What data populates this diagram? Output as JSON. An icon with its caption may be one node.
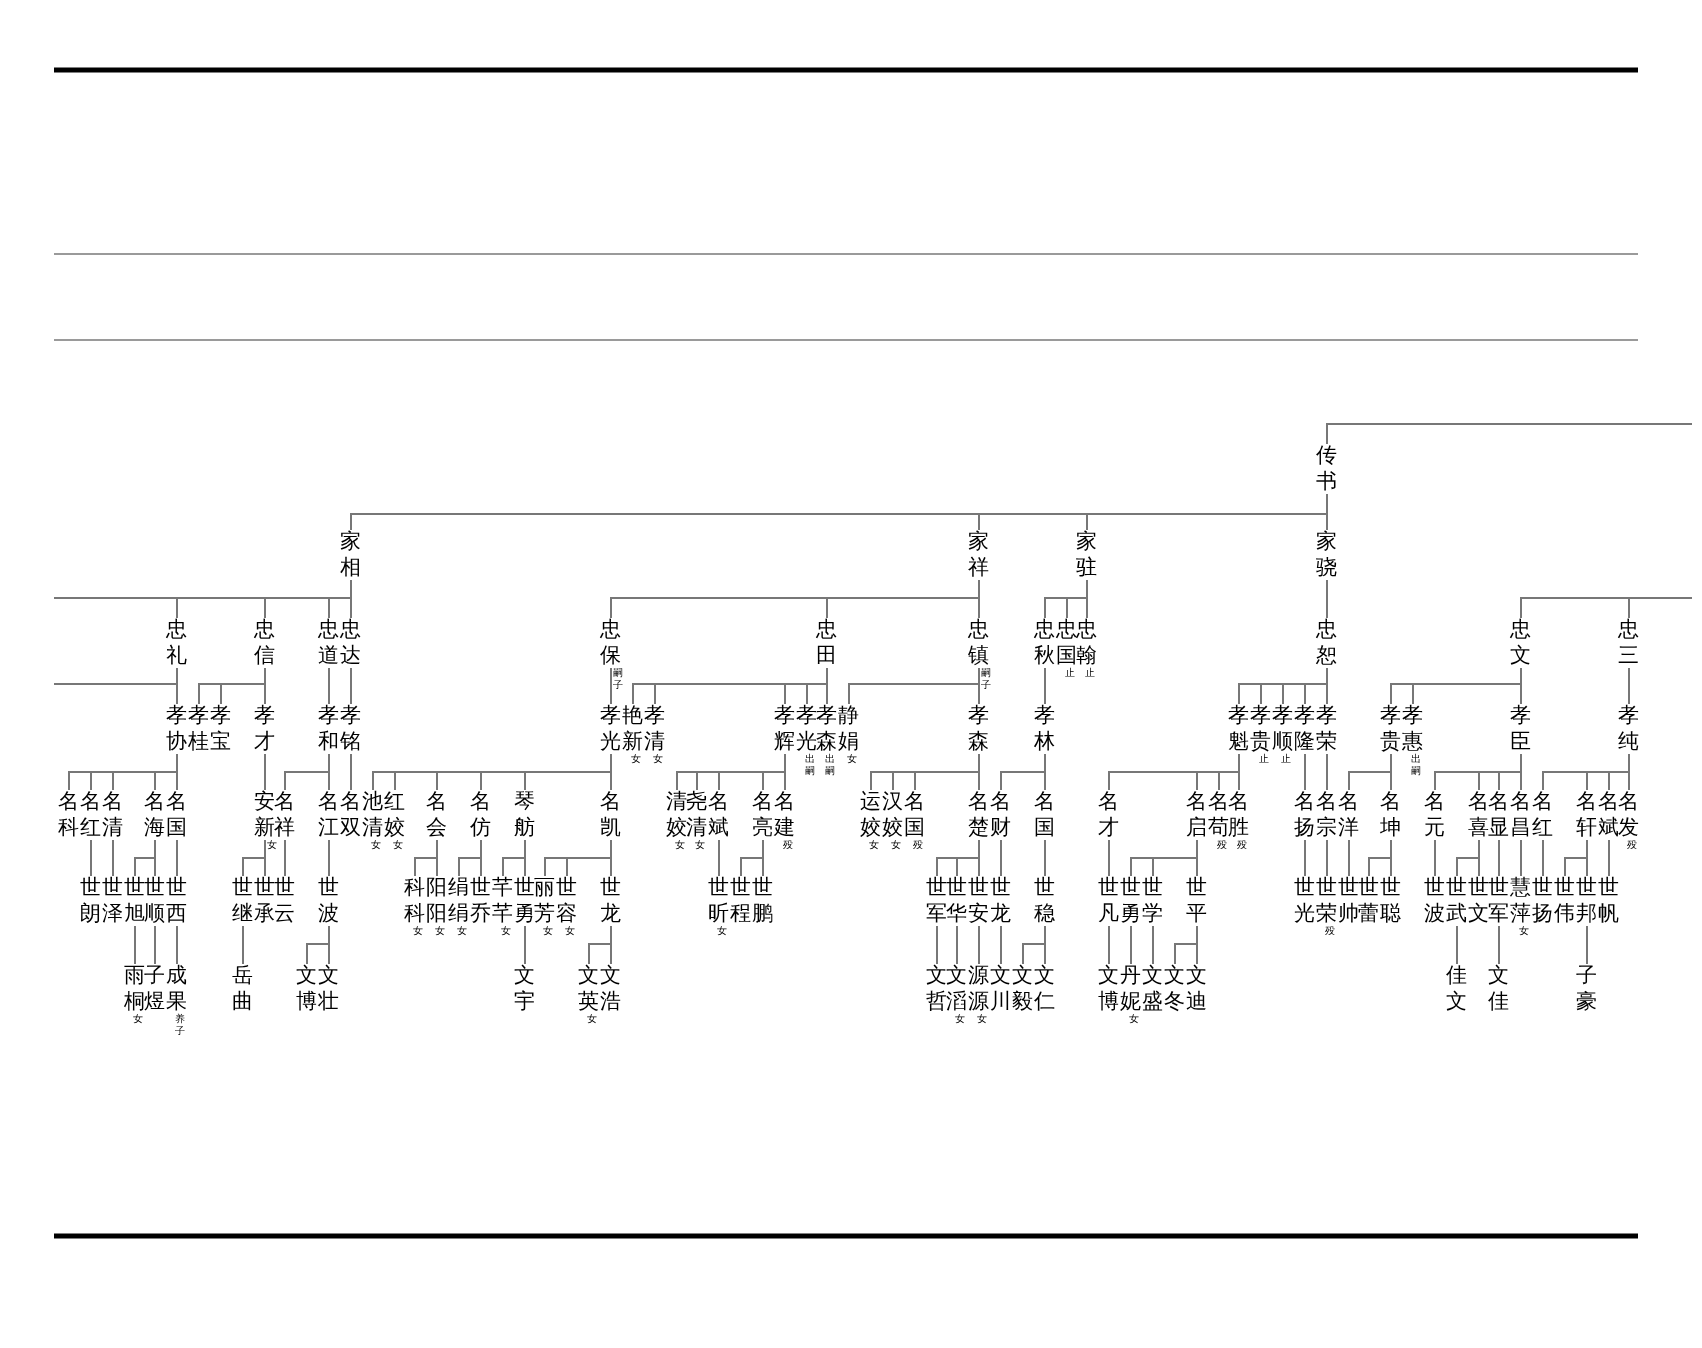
{
  "diagram": {
    "nodes": [
      {
        "text": [
          "传书"
        ]
      },
      {
        "text": [
          "家相"
        ]
      },
      {
        "text": [
          "家祥"
        ]
      },
      {
        "text": [
          "家驻"
        ]
      },
      {
        "text": [
          "家骁"
        ]
      },
      {
        "text": [
          "忠礼"
        ]
      },
      {
        "text": [
          "忠信"
        ]
      },
      {
        "text": [
          "忠道"
        ]
      },
      {
        "text": [
          "忠达"
        ]
      },
      {
        "text": [
          "忠保"
        ],
        "beside": [
          "嗣子"
        ]
      },
      {
        "text": [
          "忠田"
        ]
      },
      {
        "text": [
          "忠镇"
        ],
        "beside": [
          "嗣子"
        ]
      },
      {
        "text": [
          "忠秋"
        ]
      },
      {
        "text": [
          "忠国"
        ],
        "beside": [
          "止"
        ]
      },
      {
        "text": [
          "忠翰"
        ],
        "beside": [
          "止"
        ]
      },
      {
        "text": [
          "忠恕"
        ]
      },
      {
        "text": [
          "忠文"
        ]
      },
      {
        "text": [
          "忠三"
        ]
      },
      {
        "text": [
          "孝协"
        ]
      },
      {
        "text": [
          "孝桂"
        ]
      },
      {
        "text": [
          "孝宝"
        ]
      },
      {
        "text": [
          "孝才"
        ]
      },
      {
        "text": [
          "孝和"
        ]
      },
      {
        "text": [
          "孝铭"
        ]
      },
      {
        "text": [
          "孝光"
        ]
      },
      {
        "text": [
          "艳新"
        ],
        "beside": [
          "女"
        ]
      },
      {
        "text": [
          "孝清"
        ],
        "beside": [
          "女"
        ]
      },
      {
        "text": [
          "孝辉"
        ]
      },
      {
        "text": [
          "孝光"
        ],
        "beside": [
          "出嗣"
        ]
      },
      {
        "text": [
          "孝森"
        ],
        "beside": [
          "出嗣"
        ]
      },
      {
        "text": [
          "静娟"
        ],
        "beside": [
          "女"
        ]
      },
      {
        "text": [
          "孝森"
        ]
      },
      {
        "text": [
          "孝林"
        ]
      },
      {
        "text": [
          "孝魁"
        ]
      },
      {
        "text": [
          "孝贵"
        ],
        "beside": [
          "止"
        ]
      },
      {
        "text": [
          "孝顺"
        ],
        "beside": [
          "止"
        ]
      },
      {
        "text": [
          "孝隆"
        ]
      },
      {
        "text": [
          "孝荣"
        ]
      },
      {
        "text": [
          "孝贵"
        ]
      },
      {
        "text": [
          "孝惠"
        ],
        "beside": [
          "出嗣"
        ]
      },
      {
        "text": [
          "孝臣"
        ]
      },
      {
        "text": [
          "孝纯"
        ]
      },
      {
        "text": [
          "名科"
        ]
      },
      {
        "text": [
          "名红"
        ]
      },
      {
        "text": [
          "名清"
        ]
      },
      {
        "text": [
          "名海"
        ]
      },
      {
        "text": [
          "名国"
        ]
      },
      {
        "text": [
          "安新"
        ],
        "beside": [
          "女"
        ]
      },
      {
        "text": [
          "名祥"
        ]
      },
      {
        "text": [
          "名江"
        ]
      },
      {
        "text": [
          "名双"
        ]
      },
      {
        "text": [
          "池清"
        ],
        "beside": [
          "女"
        ]
      },
      {
        "text": [
          "红姣"
        ],
        "beside": [
          "女"
        ]
      },
      {
        "text": [
          "名会"
        ]
      },
      {
        "text": [
          "名仿"
        ]
      },
      {
        "text": [
          "琴舫"
        ]
      },
      {
        "text": [
          "名凯"
        ]
      },
      {
        "text": [
          "清姣"
        ],
        "beside": [
          "女"
        ]
      },
      {
        "text": [
          "尧清"
        ],
        "beside": [
          "女"
        ]
      },
      {
        "text": [
          "名斌"
        ]
      },
      {
        "text": [
          "名亮"
        ]
      },
      {
        "text": [
          "名建"
        ],
        "beside": [
          "殁"
        ]
      },
      {
        "text": [
          "运姣"
        ],
        "beside": [
          "女"
        ]
      },
      {
        "text": [
          "汉姣"
        ],
        "beside": [
          "女"
        ]
      },
      {
        "text": [
          "名国"
        ],
        "beside": [
          "殁"
        ]
      },
      {
        "text": [
          "名楚"
        ]
      },
      {
        "text": [
          "名财"
        ]
      },
      {
        "text": [
          "名国"
        ]
      },
      {
        "text": [
          "名才"
        ]
      },
      {
        "text": [
          "名启"
        ]
      },
      {
        "text": [
          "名苟"
        ],
        "beside": [
          "殁"
        ]
      },
      {
        "text": [
          "名胜"
        ],
        "beside": [
          "殁"
        ]
      },
      {
        "text": [
          "名扬"
        ]
      },
      {
        "text": [
          "名宗"
        ]
      },
      {
        "text": [
          "名洋"
        ]
      },
      {
        "text": [
          "名坤"
        ]
      },
      {
        "text": [
          "名元"
        ]
      },
      {
        "text": [
          "名喜"
        ]
      },
      {
        "text": [
          "名显"
        ]
      },
      {
        "text": [
          "名昌"
        ]
      },
      {
        "text": [
          "名红"
        ]
      },
      {
        "text": [
          "名轩"
        ]
      },
      {
        "text": [
          "名斌"
        ]
      },
      {
        "text": [
          "名发"
        ],
        "beside": [
          "殁"
        ]
      },
      {
        "text": [
          "世朗"
        ]
      },
      {
        "text": [
          "世泽"
        ]
      },
      {
        "text": [
          "世旭"
        ]
      },
      {
        "text": [
          "世顺"
        ]
      },
      {
        "text": [
          "世西"
        ]
      },
      {
        "text": [
          "世继"
        ]
      },
      {
        "text": [
          "世承"
        ]
      },
      {
        "text": [
          "世云"
        ]
      },
      {
        "text": [
          "世波"
        ]
      },
      {
        "text": [
          "科科"
        ],
        "beside": [
          "女"
        ]
      },
      {
        "text": [
          "阳阳"
        ],
        "beside": [
          "女"
        ]
      },
      {
        "text": [
          "绢绢"
        ],
        "beside": [
          "女"
        ]
      },
      {
        "text": [
          "世乔"
        ]
      },
      {
        "text": [
          "芊芊"
        ],
        "beside": [
          "女"
        ]
      },
      {
        "text": [
          "世勇"
        ]
      },
      {
        "text": [
          "丽芳"
        ],
        "beside": [
          "女"
        ]
      },
      {
        "text": [
          "世容"
        ],
        "beside": [
          "女"
        ]
      },
      {
        "text": [
          "世龙"
        ]
      },
      {
        "text": [
          "世昕"
        ],
        "beside": [
          "女"
        ]
      },
      {
        "text": [
          "世程"
        ]
      },
      {
        "text": [
          "世鹏"
        ]
      },
      {
        "text": [
          "世军"
        ]
      },
      {
        "text": [
          "世华"
        ]
      },
      {
        "text": [
          "世安"
        ]
      },
      {
        "text": [
          "世龙"
        ]
      },
      {
        "text": [
          "世稳"
        ]
      },
      {
        "text": [
          "世凡"
        ]
      },
      {
        "text": [
          "世勇"
        ]
      },
      {
        "text": [
          "世学"
        ]
      },
      {
        "text": [
          "世平"
        ]
      },
      {
        "text": [
          "世光"
        ]
      },
      {
        "text": [
          "世荣"
        ],
        "beside": [
          "殁"
        ]
      },
      {
        "text": [
          "世帅"
        ]
      },
      {
        "text": [
          "世蕾"
        ]
      },
      {
        "text": [
          "世聪"
        ]
      },
      {
        "text": [
          "世波"
        ]
      },
      {
        "text": [
          "世武"
        ]
      },
      {
        "text": [
          "世文"
        ]
      },
      {
        "text": [
          "世军"
        ]
      },
      {
        "text": [
          "慧萍"
        ],
        "beside": [
          "女"
        ]
      },
      {
        "text": [
          "世扬"
        ]
      },
      {
        "text": [
          "世伟"
        ]
      },
      {
        "text": [
          "世邦"
        ]
      },
      {
        "text": [
          "世帆"
        ]
      },
      {
        "text": [
          "雨桐"
        ],
        "beside": [
          "女"
        ]
      },
      {
        "text": [
          "子煜"
        ]
      },
      {
        "text": [
          "成果"
        ],
        "beside": [
          "养子"
        ]
      },
      {
        "text": [
          "岳曲"
        ]
      },
      {
        "text": [
          "文博"
        ]
      },
      {
        "text": [
          "文壮"
        ]
      },
      {
        "text": [
          "文宇"
        ]
      },
      {
        "text": [
          "文英"
        ],
        "beside": [
          "女"
        ]
      },
      {
        "text": [
          "文浩"
        ]
      },
      {
        "text": [
          "文哲"
        ]
      },
      {
        "text": [
          "文滔"
        ],
        "beside": [
          "女"
        ]
      },
      {
        "text": [
          "源源"
        ],
        "beside": [
          "女"
        ]
      },
      {
        "text": [
          "文川"
        ]
      },
      {
        "text": [
          "文毅"
        ]
      },
      {
        "text": [
          "文仁"
        ]
      },
      {
        "text": [
          "文博"
        ]
      },
      {
        "text": [
          "丹妮"
        ],
        "beside": [
          "女"
        ]
      },
      {
        "text": [
          "文盛"
        ]
      },
      {
        "text": [
          "文冬"
        ]
      },
      {
        "text": [
          "文迪"
        ]
      },
      {
        "text": [
          "佳文"
        ]
      },
      {
        "text": [
          "文佳"
        ]
      },
      {
        "text": [
          "子豪"
        ]
      }
    ],
    "edges": [
      {
        "from": null,
        "to": 0,
        "arrow": "none"
      },
      {
        "from": 0,
        "to": 1,
        "arrow": "none"
      },
      {
        "from": 0,
        "to": 2,
        "arrow": "none"
      },
      {
        "from": 0,
        "to": 3,
        "arrow": "none"
      },
      {
        "from": 0,
        "to": 4,
        "arrow": "none"
      },
      {
        "from": 1,
        "to": null,
        "arrow": "none"
      },
      {
        "from": 1,
        "to": 5,
        "arrow": "none"
      },
      {
        "from": 1,
        "to": 6,
        "arrow": "none"
      },
      {
        "from": 1,
        "to": 7,
        "arrow": "none"
      },
      {
        "from": 1,
        "to": 8,
        "arrow": "none"
      },
      {
        "from": 2,
        "to": 9,
        "arrow": "none"
      },
      {
        "from": 2,
        "to": 10,
        "arrow": "none"
      },
      {
        "from": 2,
        "to": 11,
        "arrow": "none"
      },
      {
        "from": 3,
        "to": 12,
        "arrow": "none"
      },
      {
        "from": 3,
        "to": 13,
        "arrow": "none"
      },
      {
        "from": 3,
        "to": 14,
        "arrow": "none"
      },
      {
        "from": 4,
        "to": 15,
        "arrow": "none"
      },
      {
        "from": null,
        "to": 16,
        "arrow": "none"
      },
      {
        "from": null,
        "to": 17,
        "arrow": "none"
      },
      {
        "from": 5,
        "to": null,
        "arrow": "none"
      },
      {
        "from": 5,
        "to": 18,
        "arrow": "none"
      },
      {
        "from": 6,
        "to": 19,
        "arrow": "none"
      },
      {
        "from": 6,
        "to": 20,
        "arrow": "none"
      },
      {
        "from": 6,
        "to": 21,
        "arrow": "none"
      },
      {
        "from": 7,
        "to": 22,
        "arrow": "none"
      },
      {
        "from": 8,
        "to": 23,
        "arrow": "none"
      },
      {
        "from": 9,
        "to": 24,
        "arrow": "none"
      },
      {
        "from": 10,
        "to": 25,
        "arrow": "none"
      },
      {
        "from": 10,
        "to": 26,
        "arrow": "none"
      },
      {
        "from": 10,
        "to": 27,
        "arrow": "none"
      },
      {
        "from": 10,
        "to": 28,
        "arrow": "none"
      },
      {
        "from": 10,
        "to": 29,
        "arrow": "none"
      },
      {
        "from": 11,
        "to": 30,
        "arrow": "none"
      },
      {
        "from": 11,
        "to": 31,
        "arrow": "none"
      },
      {
        "from": 12,
        "to": 32,
        "arrow": "none"
      },
      {
        "from": 15,
        "to": 33,
        "arrow": "none"
      },
      {
        "from": 15,
        "to": 34,
        "arrow": "none"
      },
      {
        "from": 15,
        "to": 35,
        "arrow": "none"
      },
      {
        "from": 15,
        "to": 36,
        "arrow": "none"
      },
      {
        "from": 15,
        "to": 37,
        "arrow": "none"
      },
      {
        "from": 16,
        "to": 38,
        "arrow": "none"
      },
      {
        "from": 16,
        "to": 39,
        "arrow": "none"
      },
      {
        "from": 16,
        "to": 40,
        "arrow": "none"
      },
      {
        "from": 17,
        "to": 41,
        "arrow": "none"
      },
      {
        "from": 18,
        "to": 42,
        "arrow": "none"
      },
      {
        "from": 18,
        "to": 43,
        "arrow": "none"
      },
      {
        "from": 18,
        "to": 44,
        "arrow": "none"
      },
      {
        "from": 18,
        "to": 45,
        "arrow": "none"
      },
      {
        "from": 18,
        "to": 46,
        "arrow": "none"
      },
      {
        "from": 21,
        "to": 47,
        "arrow": "none"
      },
      {
        "from": 22,
        "to": 48,
        "arrow": "none"
      },
      {
        "from": 22,
        "to": 49,
        "arrow": "none"
      },
      {
        "from": 23,
        "to": 50,
        "arrow": "none"
      },
      {
        "from": 24,
        "to": 51,
        "arrow": "none"
      },
      {
        "from": 24,
        "to": 52,
        "arrow": "none"
      },
      {
        "from": 24,
        "to": 53,
        "arrow": "none"
      },
      {
        "from": 24,
        "to": 54,
        "arrow": "none"
      },
      {
        "from": 24,
        "to": 55,
        "arrow": "none"
      },
      {
        "from": 24,
        "to": 56,
        "arrow": "none"
      },
      {
        "from": 27,
        "to": 57,
        "arrow": "none"
      },
      {
        "from": 27,
        "to": 58,
        "arrow": "none"
      },
      {
        "from": 27,
        "to": 59,
        "arrow": "none"
      },
      {
        "from": 27,
        "to": 60,
        "arrow": "none"
      },
      {
        "from": 27,
        "to": 61,
        "arrow": "none"
      },
      {
        "from": 31,
        "to": 62,
        "arrow": "none"
      },
      {
        "from": 31,
        "to": 63,
        "arrow": "none"
      },
      {
        "from": 31,
        "to": 64,
        "arrow": "none"
      },
      {
        "from": 31,
        "to": 65,
        "arrow": "none"
      },
      {
        "from": 32,
        "to": 66,
        "arrow": "none"
      },
      {
        "from": 32,
        "to": 67,
        "arrow": "none"
      },
      {
        "from": 33,
        "to": 68,
        "arrow": "none"
      },
      {
        "from": 33,
        "to": 69,
        "arrow": "none"
      },
      {
        "from": 33,
        "to": 70,
        "arrow": "none"
      },
      {
        "from": 33,
        "to": 71,
        "arrow": "none"
      },
      {
        "from": 36,
        "to": 72,
        "arrow": "none"
      },
      {
        "from": 37,
        "to": 73,
        "arrow": "none"
      },
      {
        "from": 38,
        "to": 74,
        "arrow": "none"
      },
      {
        "from": 38,
        "to": 75,
        "arrow": "none"
      },
      {
        "from": 40,
        "to": 76,
        "arrow": "none"
      },
      {
        "from": 40,
        "to": 77,
        "arrow": "none"
      },
      {
        "from": 40,
        "to": 78,
        "arrow": "none"
      },
      {
        "from": 40,
        "to": 79,
        "arrow": "none"
      },
      {
        "from": 41,
        "to": 80,
        "arrow": "none"
      },
      {
        "from": 41,
        "to": 81,
        "arrow": "none"
      },
      {
        "from": 41,
        "to": 82,
        "arrow": "none"
      },
      {
        "from": 41,
        "to": 83,
        "arrow": "none"
      },
      {
        "from": 43,
        "to": 84,
        "arrow": "none"
      },
      {
        "from": 44,
        "to": 85,
        "arrow": "none"
      },
      {
        "from": 45,
        "to": 86,
        "arrow": "none"
      },
      {
        "from": 45,
        "to": 87,
        "arrow": "none"
      },
      {
        "from": 46,
        "to": 88,
        "arrow": "none"
      },
      {
        "from": 47,
        "to": 89,
        "arrow": "none"
      },
      {
        "from": 47,
        "to": 90,
        "arrow": "none"
      },
      {
        "from": 48,
        "to": 91,
        "arrow": "none"
      },
      {
        "from": 49,
        "to": 92,
        "arrow": "none"
      },
      {
        "from": 53,
        "to": 93,
        "arrow": "none"
      },
      {
        "from": 53,
        "to": 94,
        "arrow": "none"
      },
      {
        "from": 54,
        "to": 95,
        "arrow": "none"
      },
      {
        "from": 54,
        "to": 96,
        "arrow": "none"
      },
      {
        "from": 55,
        "to": 97,
        "arrow": "none"
      },
      {
        "from": 55,
        "to": 98,
        "arrow": "none"
      },
      {
        "from": 56,
        "to": 99,
        "arrow": "none"
      },
      {
        "from": 56,
        "to": 100,
        "arrow": "none"
      },
      {
        "from": 56,
        "to": 101,
        "arrow": "none"
      },
      {
        "from": 59,
        "to": 102,
        "arrow": "none"
      },
      {
        "from": 60,
        "to": 103,
        "arrow": "none"
      },
      {
        "from": 60,
        "to": 104,
        "arrow": "none"
      },
      {
        "from": 65,
        "to": 105,
        "arrow": "none"
      },
      {
        "from": 65,
        "to": 106,
        "arrow": "none"
      },
      {
        "from": 65,
        "to": 107,
        "arrow": "none"
      },
      {
        "from": 66,
        "to": 108,
        "arrow": "none"
      },
      {
        "from": 67,
        "to": 109,
        "arrow": "none"
      },
      {
        "from": 68,
        "to": 110,
        "arrow": "none"
      },
      {
        "from": 69,
        "to": 111,
        "arrow": "none"
      },
      {
        "from": 69,
        "to": 112,
        "arrow": "none"
      },
      {
        "from": 69,
        "to": 113,
        "arrow": "none"
      },
      {
        "from": 72,
        "to": 114,
        "arrow": "none"
      },
      {
        "from": 73,
        "to": 115,
        "arrow": "none"
      },
      {
        "from": 74,
        "to": 116,
        "arrow": "none"
      },
      {
        "from": 75,
        "to": 117,
        "arrow": "none"
      },
      {
        "from": 75,
        "to": 118,
        "arrow": "none"
      },
      {
        "from": 76,
        "to": 119,
        "arrow": "none"
      },
      {
        "from": 77,
        "to": 120,
        "arrow": "none"
      },
      {
        "from": 77,
        "to": 121,
        "arrow": "none"
      },
      {
        "from": 78,
        "to": 122,
        "arrow": "none"
      },
      {
        "from": 79,
        "to": 123,
        "arrow": "none"
      },
      {
        "from": 80,
        "to": 124,
        "arrow": "none"
      },
      {
        "from": 81,
        "to": 125,
        "arrow": "none"
      },
      {
        "from": 81,
        "to": 126,
        "arrow": "none"
      },
      {
        "from": 82,
        "to": 127,
        "arrow": "none"
      },
      {
        "from": 86,
        "to": 128,
        "arrow": "none"
      },
      {
        "from": 87,
        "to": 129,
        "arrow": "none"
      },
      {
        "from": 88,
        "to": 130,
        "arrow": "none"
      },
      {
        "from": 89,
        "to": 131,
        "arrow": "none"
      },
      {
        "from": 92,
        "to": 132,
        "arrow": "none"
      },
      {
        "from": 92,
        "to": 133,
        "arrow": "none"
      },
      {
        "from": 98,
        "to": 134,
        "arrow": "none"
      },
      {
        "from": 101,
        "to": 135,
        "arrow": "none"
      },
      {
        "from": 101,
        "to": 136,
        "arrow": "none"
      },
      {
        "from": 105,
        "to": 137,
        "arrow": "none"
      },
      {
        "from": 106,
        "to": 138,
        "arrow": "none"
      },
      {
        "from": 107,
        "to": 139,
        "arrow": "none"
      },
      {
        "from": 108,
        "to": 140,
        "arrow": "none"
      },
      {
        "from": 109,
        "to": 141,
        "arrow": "none"
      },
      {
        "from": 109,
        "to": 142,
        "arrow": "none"
      },
      {
        "from": 110,
        "to": 143,
        "arrow": "none"
      },
      {
        "from": 111,
        "to": 144,
        "arrow": "none"
      },
      {
        "from": 112,
        "to": 145,
        "arrow": "none"
      },
      {
        "from": 113,
        "to": 146,
        "arrow": "none"
      },
      {
        "from": 113,
        "to": 147,
        "arrow": "none"
      },
      {
        "from": 120,
        "to": 148,
        "arrow": "none"
      },
      {
        "from": 122,
        "to": 149,
        "arrow": "none"
      },
      {
        "from": 126,
        "to": 150,
        "arrow": "none"
      }
    ]
  }
}
